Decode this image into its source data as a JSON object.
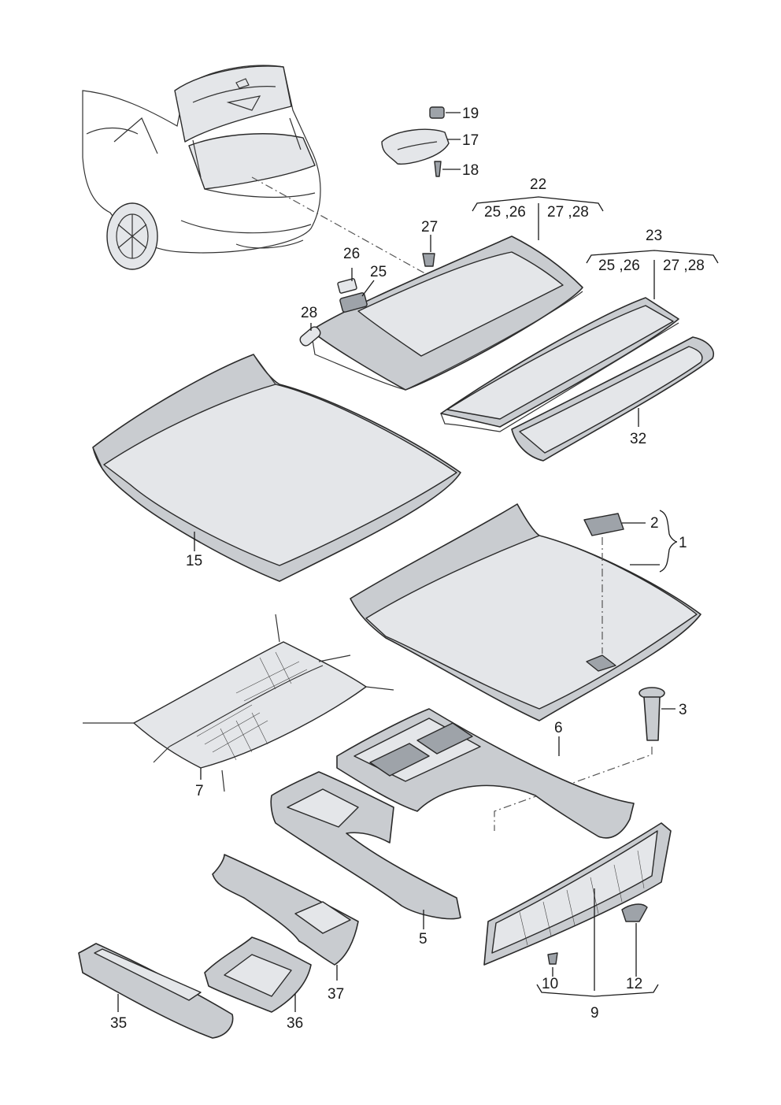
{
  "labels": {
    "l1": "1",
    "l2": "2",
    "l3": "3",
    "l5": "5",
    "l6": "6",
    "l7": "7",
    "l9": "9",
    "l10": "10",
    "l12": "12",
    "l15": "15",
    "l17": "17",
    "l18": "18",
    "l19": "19",
    "l22": "22",
    "l22a": "25 ,26",
    "l22b": "27 ,28",
    "l23": "23",
    "l23a": "25 ,26",
    "l23b": "27 ,28",
    "l25": "25",
    "l26": "26",
    "l27": "27",
    "l28": "28",
    "l32": "32",
    "l35": "35",
    "l36": "36",
    "l37": "37"
  },
  "colors": {
    "part_fill": "#c9ccd0",
    "line": "#2a2a2a"
  }
}
